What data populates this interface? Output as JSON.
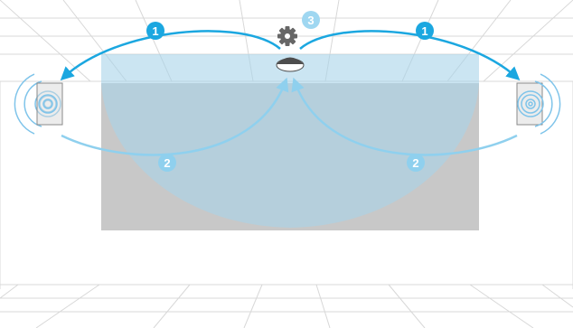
{
  "diagram": {
    "markers": {
      "step1_left": "1",
      "step1_right": "1",
      "step2_left": "2",
      "step2_right": "2",
      "step3": "3"
    },
    "colors": {
      "background": "#ffffff",
      "room_line": "#d6d6d6",
      "screen": "#c8c8c8",
      "coverage_zone": "#a9d3ea",
      "arrow_step1": "#1ba7e0",
      "arrow_step2": "#8fd0ee",
      "badge_step1": "#1ba7e0",
      "badge_step2": "#8fd0ee",
      "badge_step3": "#9fd7f1",
      "speaker_wave": "#7fc4ea",
      "gear": "#666666",
      "ceiling_device": "#4d4d4d"
    },
    "icons": {
      "gear": "gear-icon",
      "device": "ceiling-microphone-icon",
      "left_speaker": "speaker-icon",
      "right_speaker": "speaker-icon"
    }
  }
}
